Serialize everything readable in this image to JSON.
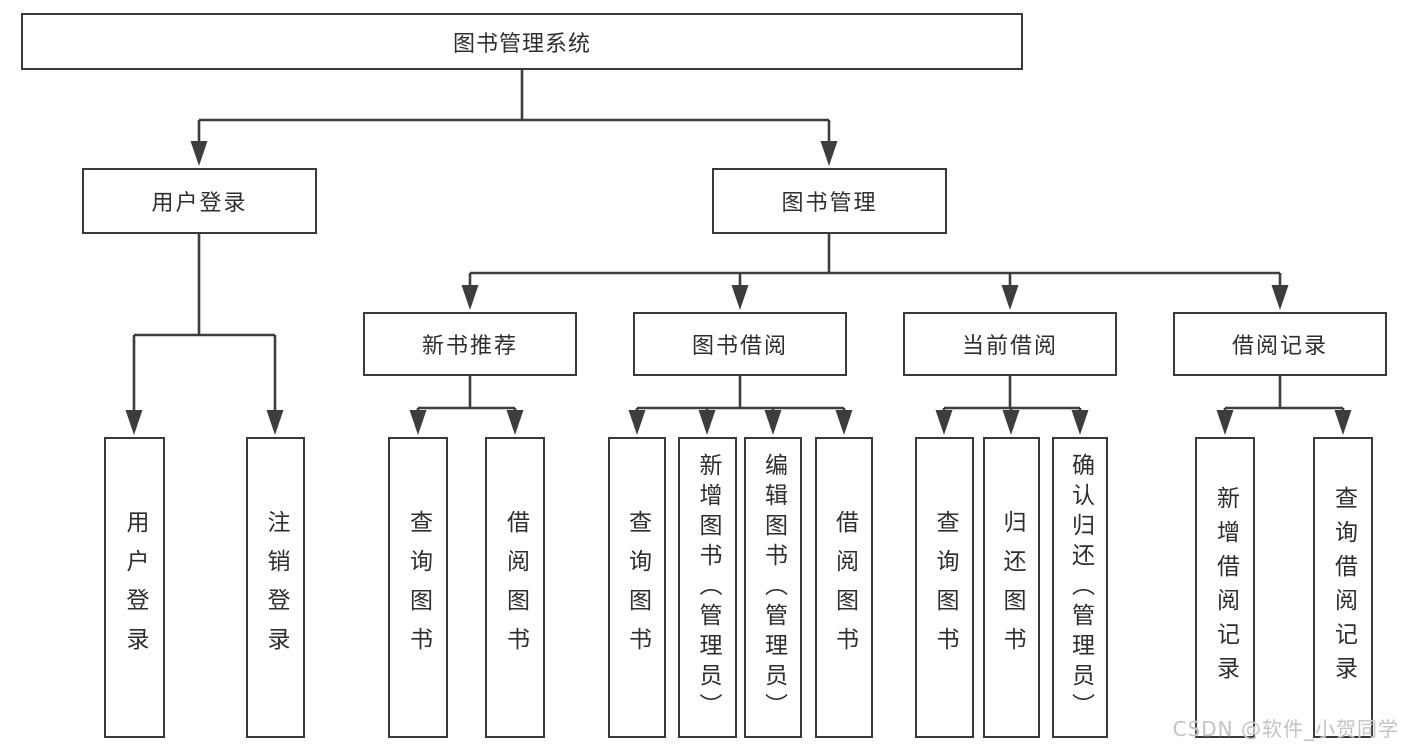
{
  "diagram": {
    "root": {
      "label": "图书管理系统"
    },
    "level2": [
      {
        "label": "用户登录"
      },
      {
        "label": "图书管理"
      }
    ],
    "level3": [
      {
        "label": "新书推荐"
      },
      {
        "label": "图书借阅"
      },
      {
        "label": "当前借阅"
      },
      {
        "label": "借阅记录"
      }
    ],
    "leaves": {
      "user_login": [
        {
          "label": "用户登录"
        },
        {
          "label": "注销登录"
        }
      ],
      "new_book": [
        {
          "label": "查询图书"
        },
        {
          "label": "借阅图书"
        }
      ],
      "book_borrow": [
        {
          "label": "查询图书"
        },
        {
          "label": "新增图书（管理员）"
        },
        {
          "label": "编辑图书（管理员）"
        },
        {
          "label": "借阅图书"
        }
      ],
      "current_borrow": [
        {
          "label": "查询图书"
        },
        {
          "label": "归还图书"
        },
        {
          "label": "确认归还（管理员）"
        }
      ],
      "borrow_record": [
        {
          "label": "新增借阅记录"
        },
        {
          "label": "查询借阅记录"
        }
      ]
    }
  },
  "watermark": {
    "text": "CSDN @软件_小贺同学"
  },
  "colors": {
    "line": "#3d3d3d",
    "box_border": "#3a3a3a",
    "text": "#2e2e2e",
    "background": "#ffffff",
    "watermark": "#c3c3c3"
  }
}
